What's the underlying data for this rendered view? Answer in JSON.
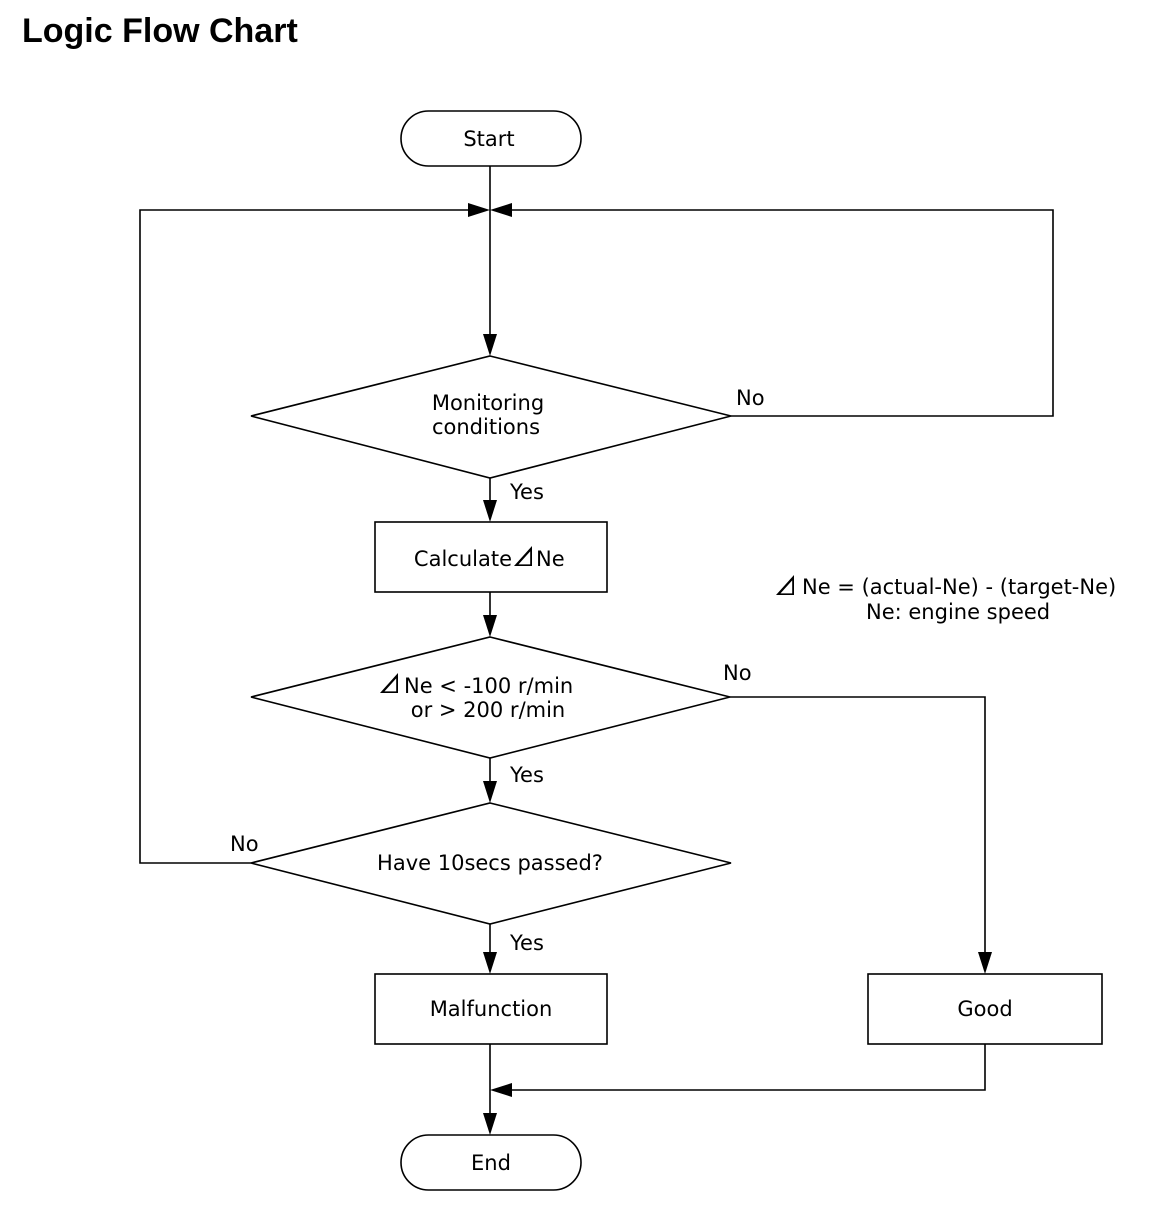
{
  "title": "Logic Flow Chart",
  "nodes": {
    "start": "Start",
    "monitoring_line1": "Monitoring",
    "monitoring_line2": "conditions",
    "calculate_prefix": "Calculate",
    "calculate_suffix": "Ne",
    "threshold_line1_suffix": "Ne < -100 r/min",
    "threshold_line2": "or > 200 r/min",
    "timer": "Have 10secs passed?",
    "malfunction": "Malfunction",
    "good": "Good",
    "end": "End"
  },
  "edge_labels": {
    "monitoring_no": "No",
    "monitoring_yes": "Yes",
    "threshold_no": "No",
    "threshold_yes": "Yes",
    "timer_no": "No",
    "timer_yes": "Yes"
  },
  "note": {
    "line1_suffix": "Ne = (actual-Ne) - (target-Ne)",
    "line2": "Ne:  engine speed"
  }
}
